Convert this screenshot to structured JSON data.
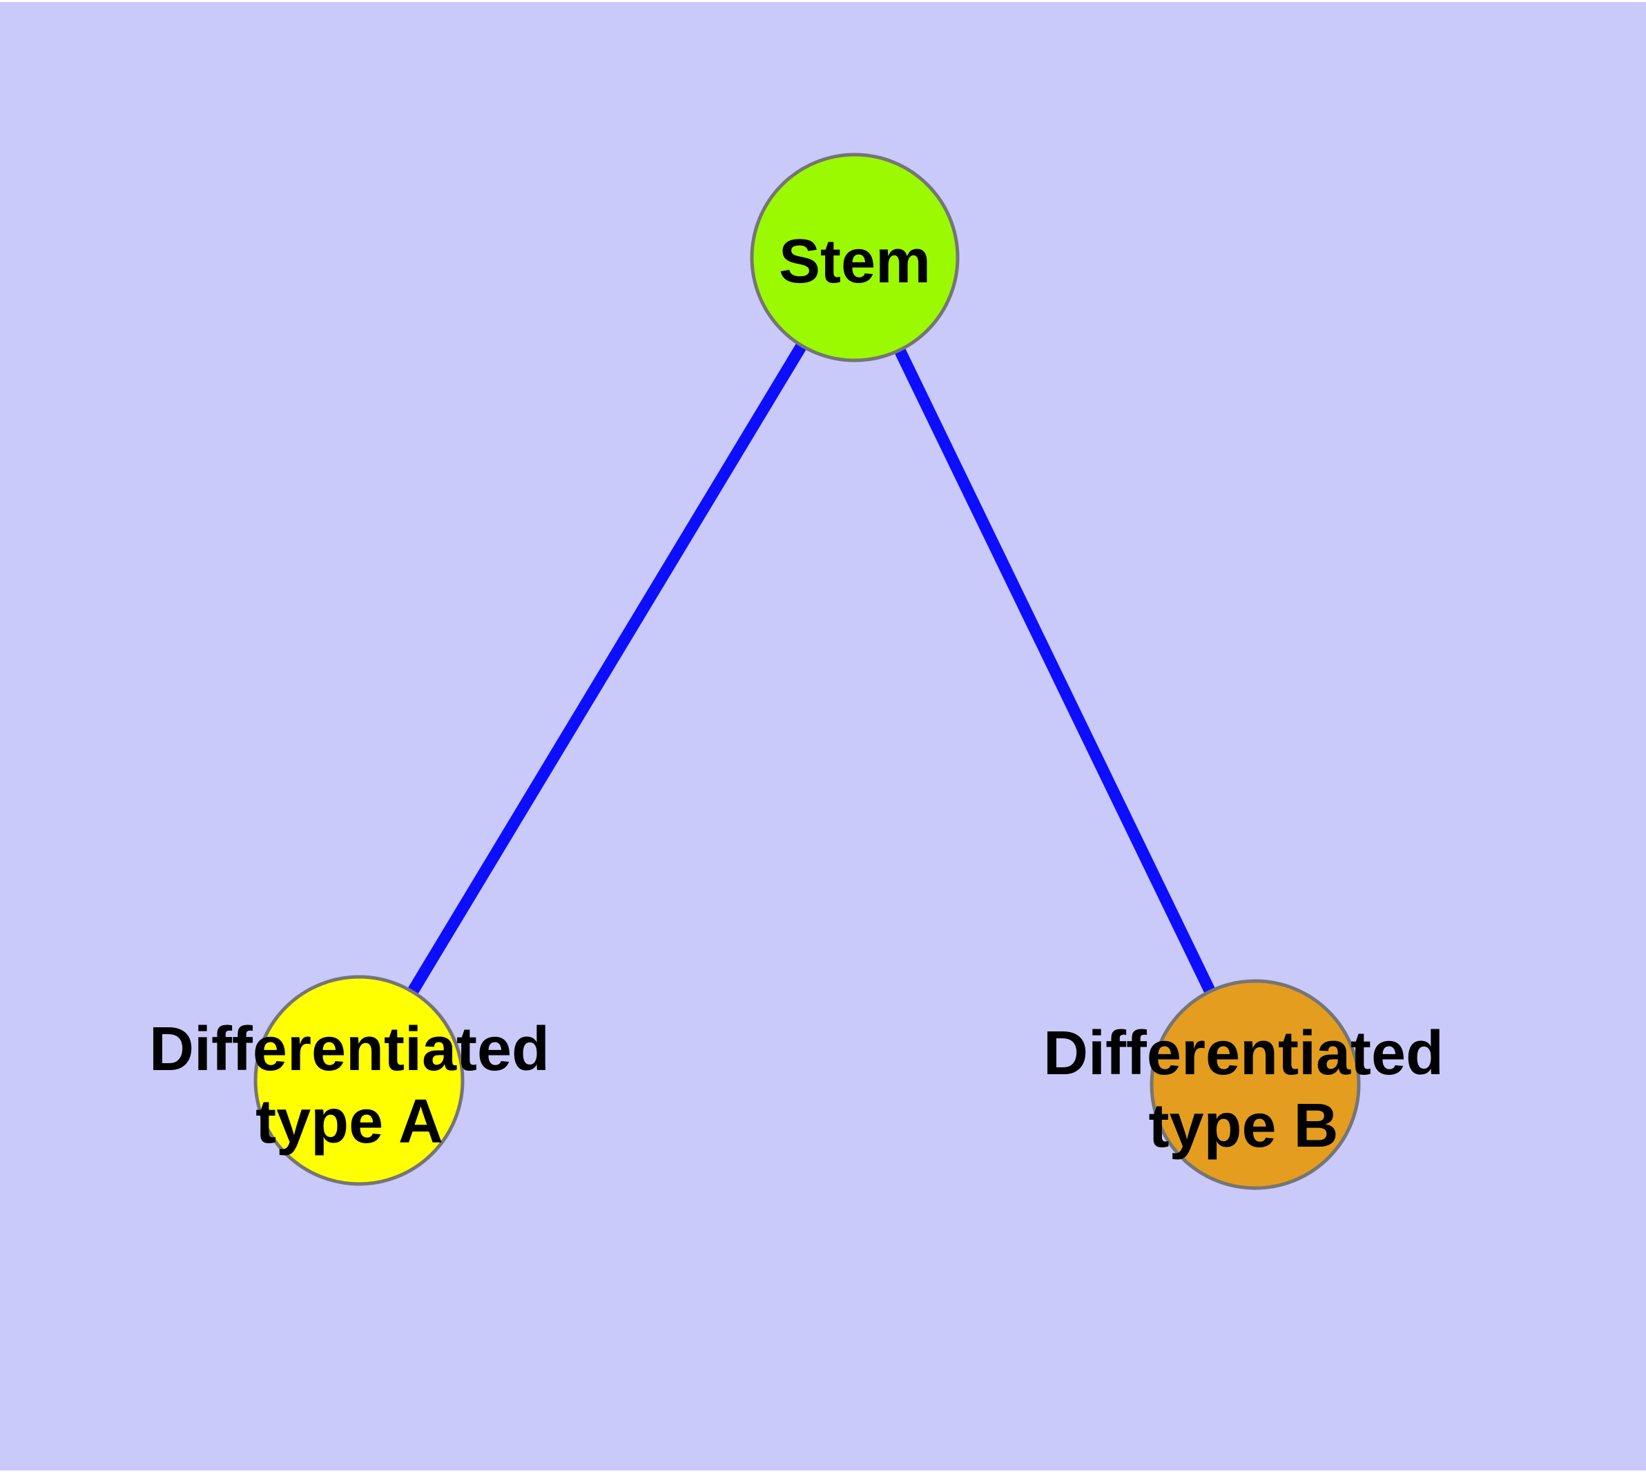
{
  "diagram": {
    "type": "node-link-graph",
    "colors": {
      "page_margin": "#ffffff",
      "background": "#c9c9fa",
      "edge": "#0d0dff",
      "node_frame": "#757575",
      "label_text": "#000000"
    },
    "nodes": [
      {
        "id": "stem",
        "label": "Stem",
        "label_line1": "Stem",
        "label_line2": "",
        "fill": "#9bfa00"
      },
      {
        "id": "differentiated-type-a",
        "label": "Differentiated type A",
        "label_line1": "Differentiated",
        "label_line2": "type A",
        "fill": "#ffff00"
      },
      {
        "id": "differentiated-type-b",
        "label": "Differentiated type B",
        "label_line1": "Differentiated",
        "label_line2": "type B",
        "fill": "#e49d1e"
      }
    ],
    "edges": [
      {
        "from": "Stem",
        "to": "Differentiated type A",
        "color": "#0d0dff"
      },
      {
        "from": "Stem",
        "to": "Differentiated type B",
        "color": "#0d0dff"
      }
    ]
  }
}
